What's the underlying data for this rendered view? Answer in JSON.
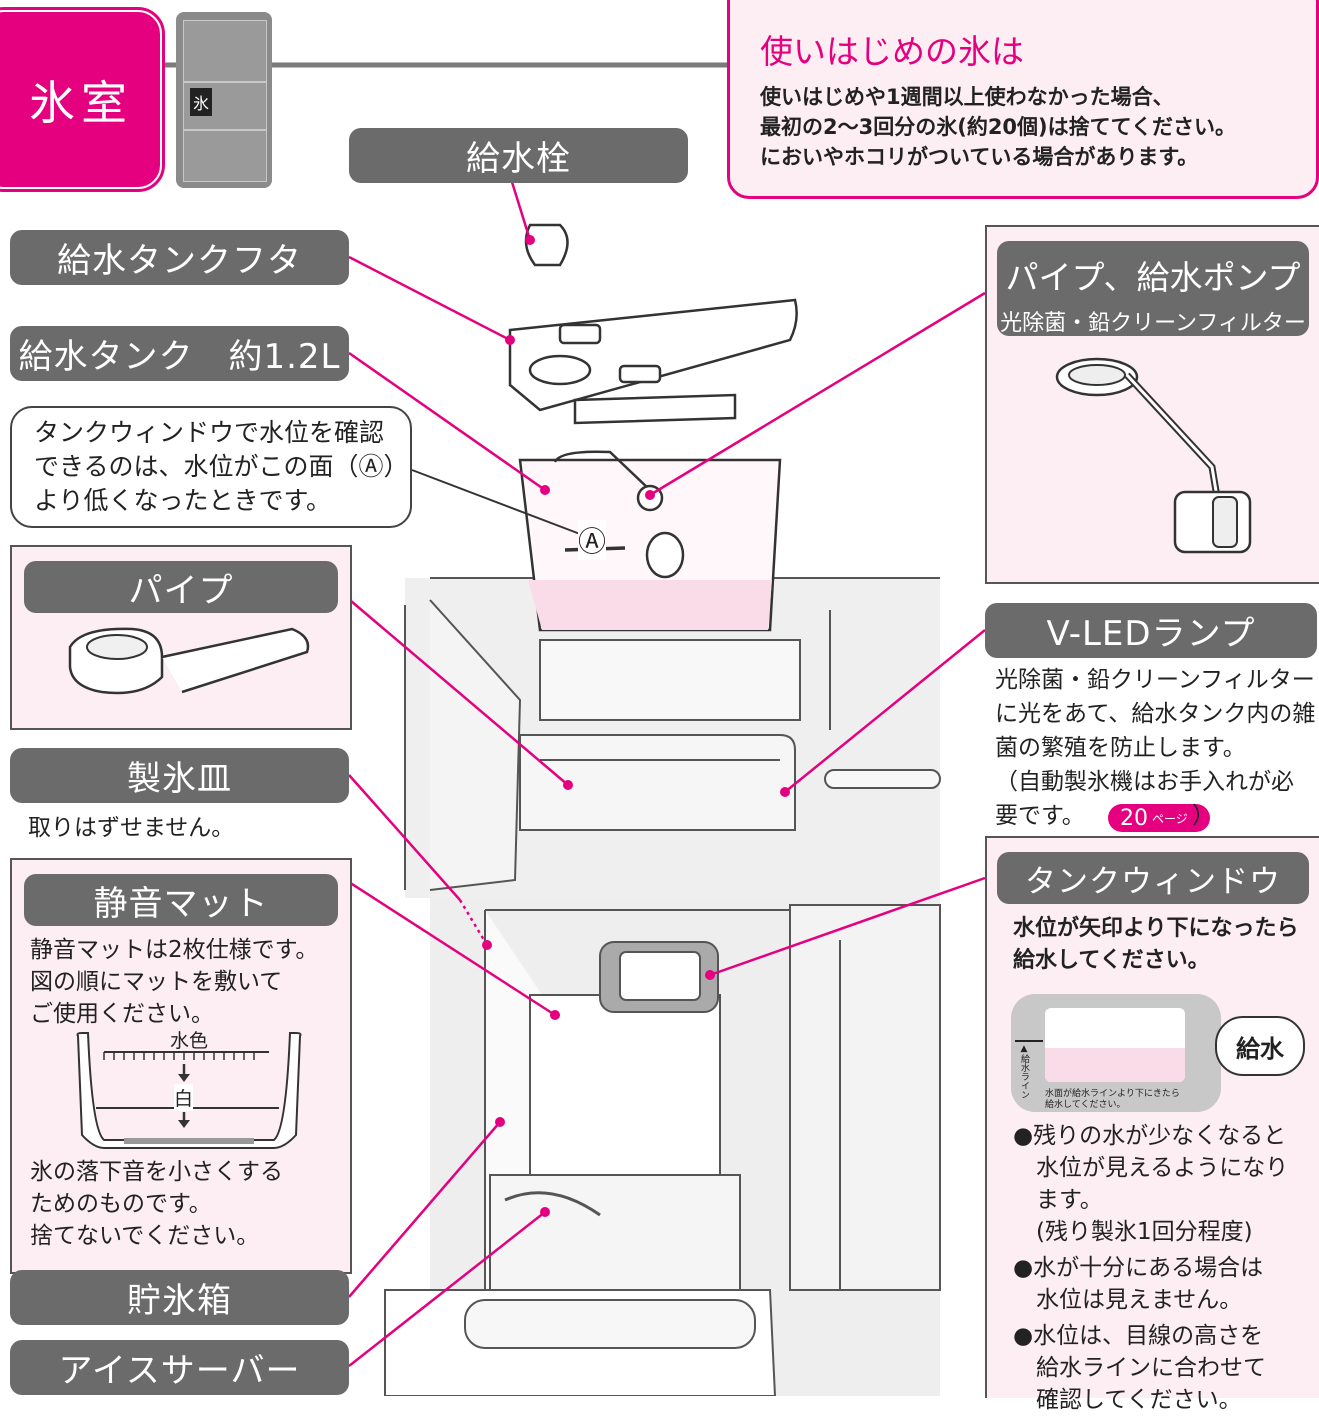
{
  "section": {
    "title": "氷室",
    "mini_label": "氷"
  },
  "labels": {
    "valve": "給水栓",
    "tank_lid": "給水タンクフタ",
    "tank": "給水タンク　約1.2L",
    "pipe": "パイプ",
    "tray": "製氷皿",
    "mat": "静音マット",
    "ice_box": "貯氷箱",
    "ice_server": "アイスサーバー",
    "pump_line1": "パイプ、給水ポンプ",
    "pump_line2": "光除菌・鉛クリーンフィルター",
    "vled": "V-LEDランプ",
    "window": "タンクウィンドウ"
  },
  "notice": {
    "title": "使いはじめの氷は",
    "lines": [
      "使いはじめや1週間以上使わなかった場合、",
      "最初の2〜3回分の氷(約20個)は捨ててください。",
      "においやホコリがついている場合があります。"
    ]
  },
  "callout": {
    "lines": [
      "タンクウィンドウで水位を確認",
      "できるのは、水位がこの面（Ⓐ）",
      "より低くなったときです。"
    ],
    "marker": "Ⓐ"
  },
  "tray_note": "取りはずせません。",
  "mat_info": {
    "lines": [
      "静音マットは2枚仕様です。",
      "図の順にマットを敷いて",
      "ご使用ください。"
    ],
    "diagram_top": "水色",
    "diagram_bottom": "白",
    "footer": [
      "氷の落下音を小さくする",
      "ためのものです。",
      "捨てないでください。"
    ]
  },
  "vled_info": {
    "lines": [
      "光除菌・鉛クリーンフィルター",
      "に光をあて、給水タンク内の雑",
      "菌の繁殖を防止します。",
      "（自動製氷機はお手入れが必",
      "要です。"
    ],
    "page_num": "20",
    "page_unit": "ページ",
    "close_paren": "）"
  },
  "window_info": {
    "heading": [
      "水位が矢印より下になったら",
      "給水してください。"
    ],
    "panel_side_label": "▲給水ライン",
    "panel_text": [
      "水面が給水ラインより下にきたら",
      "給水してください。"
    ],
    "bubble": "給水",
    "bullets": [
      [
        "●残りの水が少なくなると",
        "　水位が見えるようになり",
        "　ます。",
        "　(残り製氷1回分程度)"
      ],
      [
        "●水が十分にある場合は",
        "　水位は見えません。"
      ],
      [
        "●水位は、目線の高さを",
        "　給水ラインに合わせて",
        "　確認してください。"
      ]
    ]
  },
  "colors": {
    "accent": "#e4007f",
    "label_bg": "#6b6b6b",
    "pink_bg": "#fdeef4"
  }
}
